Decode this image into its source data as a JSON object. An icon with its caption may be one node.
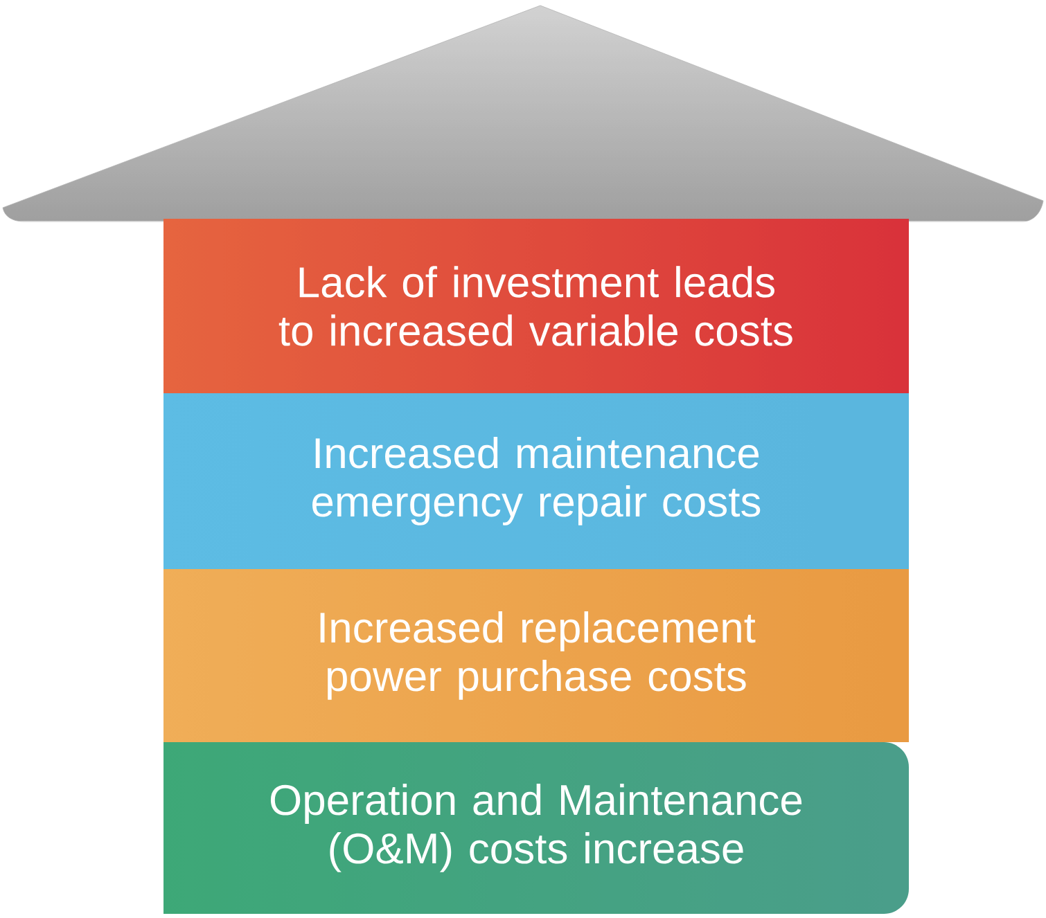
{
  "diagram": {
    "nodes": [
      {
        "text": [
          "Lack of investment leads to increased variable costs"
        ]
      },
      {
        "text": [
          "Increased maintenance emergency repair costs"
        ]
      },
      {
        "text": [
          "Increased replacement power purchase costs"
        ]
      },
      {
        "text": [
          "Operation and Maintenance (O&M) costs increase"
        ]
      }
    ]
  }
}
